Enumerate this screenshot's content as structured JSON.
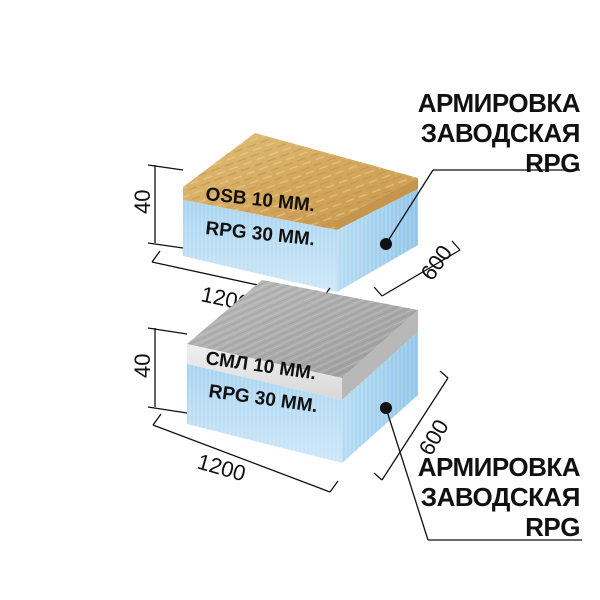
{
  "top_panel": {
    "face_layer": "OSB 10 MM.",
    "core_layer": "RPG 30 MM.",
    "height": "40",
    "length": "1200",
    "width": "600"
  },
  "bottom_panel": {
    "face_layer": "СМЛ 10 ММ.",
    "core_layer": "RPG 30 MM.",
    "height": "40",
    "length": "1200",
    "width": "600"
  },
  "callout_top": {
    "line1": "АРМИРОВКА",
    "line2": "ЗАВОДСКАЯ",
    "line3": "RPG"
  },
  "callout_bottom": {
    "line1": "АРМИРОВКА",
    "line2": "ЗАВОДСКАЯ",
    "line3": "RPG"
  },
  "colors": {
    "osb": "#d9b266",
    "foam": "#b9dcf2",
    "sml": "#c9c9c9"
  }
}
